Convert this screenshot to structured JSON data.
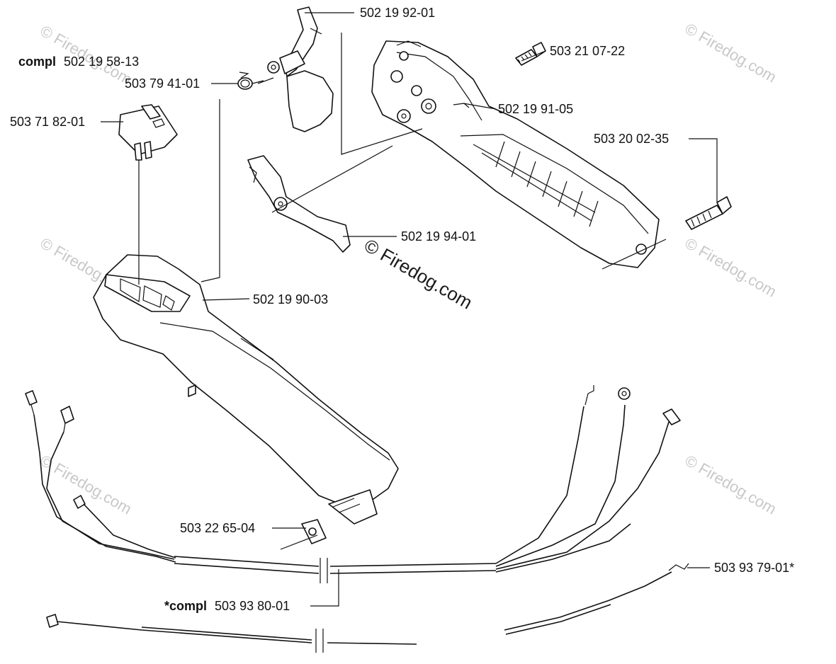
{
  "watermark": {
    "text": "© Firedog.com",
    "center_text": "© Firedog.com"
  },
  "parts": {
    "trigger_lever": "502 19 92-01",
    "screw_upper": "503 21 07-22",
    "compl_prefix": "compl",
    "compl_number": "502 19 58-13",
    "spring": "503 79 41-01",
    "handle_half_right": "502 19 91-05",
    "switch": "503 71 82-01",
    "screw_lower": "503 20 02-35",
    "throttle_lock": "502 19 94-01",
    "handle_half_left": "502 19 90-03",
    "nut": "503 22 65-04",
    "wire_end": "503 93 79-01*",
    "harness_prefix": "*compl",
    "harness_number": "503 93 80-01"
  }
}
